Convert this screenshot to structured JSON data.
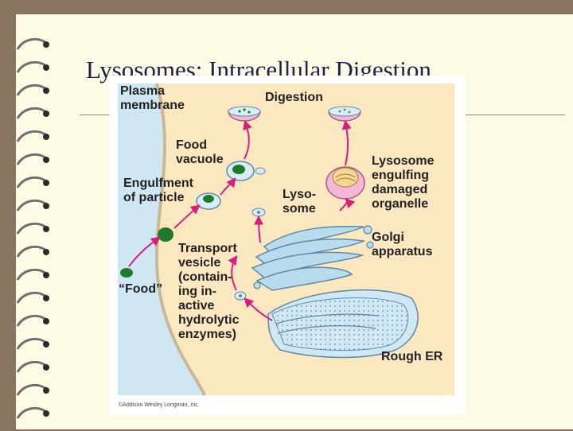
{
  "slide": {
    "title": "Lysosomes:  Intracellular Digestion"
  },
  "figure": {
    "labels": {
      "plasma_membrane": [
        "Plasma",
        "membrane"
      ],
      "digestion": "Digestion",
      "food_vacuole": [
        "Food",
        "vacuole"
      ],
      "engulfment": [
        "Engulfment",
        "of particle"
      ],
      "lysosome": [
        "Lyso-",
        "some"
      ],
      "lysosome_engulfing": [
        "Lysosome",
        "engulfing",
        "damaged",
        "organelle"
      ],
      "golgi": [
        "Golgi",
        "apparatus"
      ],
      "transport_vesicle": [
        "Transport",
        "vesicle",
        "(contain-",
        "ing in-",
        "active",
        "hydrolytic",
        "enzymes)"
      ],
      "food": "“Food”",
      "rough_er": "Rough ER",
      "credit": "©Addison Wesley Longman, Inc."
    },
    "colors": {
      "cytoplasm": "#fbe7c0",
      "outside": "#cfe6f3",
      "membrane": "#c9b898",
      "arrow": "#d61f7c",
      "food": "#1f7a2a",
      "lysosome": "#f4b7d6",
      "organelle": "#b8dcee"
    }
  }
}
